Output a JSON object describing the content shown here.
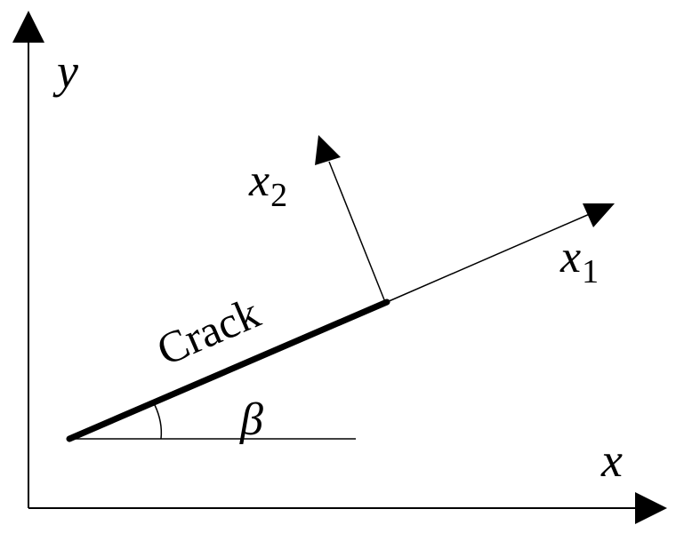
{
  "diagram": {
    "axes": {
      "x_label": "x",
      "y_label": "y"
    },
    "local_axes": {
      "x1_base": "x",
      "x1_sub": "1",
      "x2_base": "x",
      "x2_sub": "2"
    },
    "crack_label": "Crack",
    "angle_label": "β",
    "colors": {
      "ink": "#000000",
      "background": "#ffffff"
    }
  }
}
